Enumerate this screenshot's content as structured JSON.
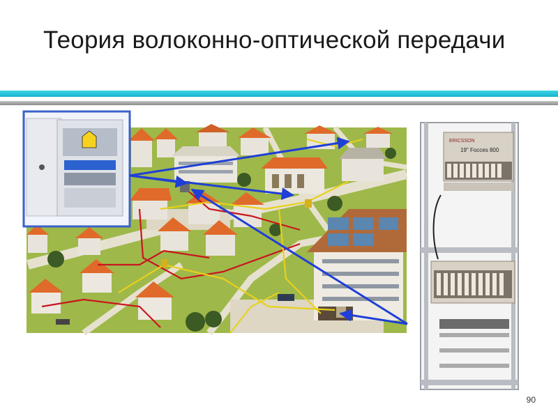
{
  "slide": {
    "title": "Теория волоконно-оптической передачи",
    "page_number": "90"
  },
  "illustration": {
    "rack_label": "19\" Fосcеs 800",
    "rack_brand": "ERICSSON",
    "link_color": "#1f3fd6",
    "cable_color_red": "#c8161e",
    "cable_color_yellow": "#e9d01a"
  }
}
